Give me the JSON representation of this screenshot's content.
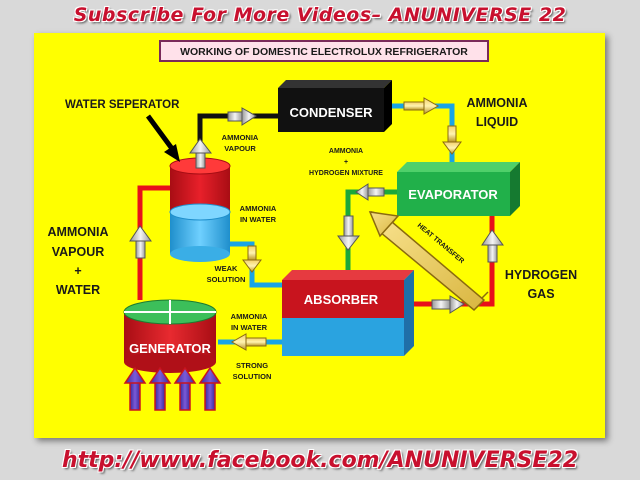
{
  "header": {
    "banner": "Subscribe For  More Videos– ANUNIVERSE 22"
  },
  "footer": {
    "url": "http://www.facebook.com/ANUNIVERSE22"
  },
  "diagram": {
    "title": "WORKING OF DOMESTIC ELECTROLUX REFRIGERATOR",
    "components": {
      "condenser": "CONDENSER",
      "evaporator": "EVAPORATOR",
      "absorber": "ABSORBER",
      "generator": "GENERATOR"
    },
    "labels": {
      "water_separator": "WATER SEPERATOR",
      "ammonia_vapour_top": [
        "AMMONIA",
        "VAPOUR"
      ],
      "ammonia_liquid": [
        "AMMONIA",
        "LIQUID"
      ],
      "ammonia_hydrogen_mixture": [
        "AMMONIA",
        "+",
        "HYDROGEN MIXTURE"
      ],
      "ammonia_in_water_separator": [
        "AMMONIA",
        "IN WATER"
      ],
      "weak_solution": [
        "WEAK",
        "SOLUTION"
      ],
      "ammonia_vapour_water": [
        "AMMONIA",
        "VAPOUR",
        "+",
        "WATER"
      ],
      "heat_transfer": "HEAT TRANSFER",
      "hydrogen_gas": [
        "HYDROGEN",
        "GAS"
      ],
      "ammonia_in_water_generator": [
        "AMMONIA",
        "IN WATER"
      ],
      "strong_solution": [
        "STRONG",
        "SOLUTION"
      ]
    },
    "colors": {
      "background": "#ffff00",
      "pipe_red": "#e8101a",
      "pipe_blue": "#19a4e6",
      "pipe_green": "#1aa83a",
      "pipe_black": "#111111",
      "condenser": "#111111",
      "evaporator": "#21b04a",
      "absorber_top": "#c8141e",
      "absorber_bottom": "#2aa3e0",
      "generator_top": "#3cbf5a",
      "generator_body": "#d8141e",
      "heat_arrow": "#1f4fa8"
    }
  }
}
